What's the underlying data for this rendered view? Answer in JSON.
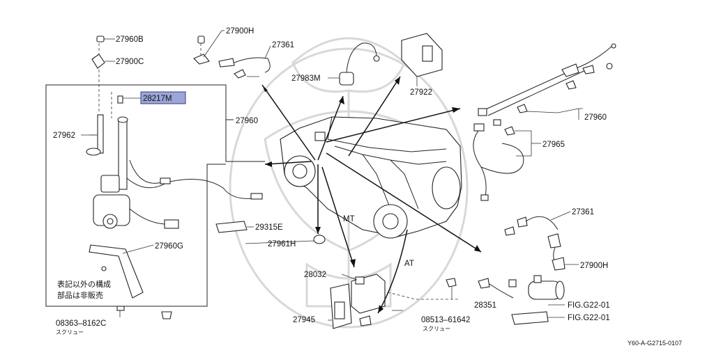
{
  "labels": {
    "p27960B": "27960B",
    "p27900C": "27900C",
    "p28217M": "28217M",
    "p27962": "27962",
    "p27960_left": "27960",
    "p29315E": "29315E",
    "p27960G": "27960G",
    "p27961H": "27961H",
    "p27900H_top": "27900H",
    "p27361_top": "27361",
    "p27983M": "27983M",
    "p27922": "27922",
    "p27960_right": "27960",
    "p27965": "27965",
    "p27361_right": "27361",
    "p27900H_right": "27900H",
    "p28032": "28032",
    "p28351": "28351",
    "p27945": "27945",
    "p08513": "08513–61642",
    "p08363": "08363–8162C",
    "fig1": "FIG.G22-01",
    "fig2": "FIG.G22-01",
    "mt": "MT",
    "at": "AT",
    "screw1": "スクリュー",
    "screw2": "スクリュー",
    "note_line1": "表記以外の構成",
    "note_line2": "部品は非販売",
    "footer_code": "Y60-A-G2715-0107"
  },
  "colors": {
    "highlight_fill": "#9aa6d8",
    "highlight_stroke": "#3b3b8a",
    "line": "#222222",
    "watermark": "#d8d8d8"
  }
}
